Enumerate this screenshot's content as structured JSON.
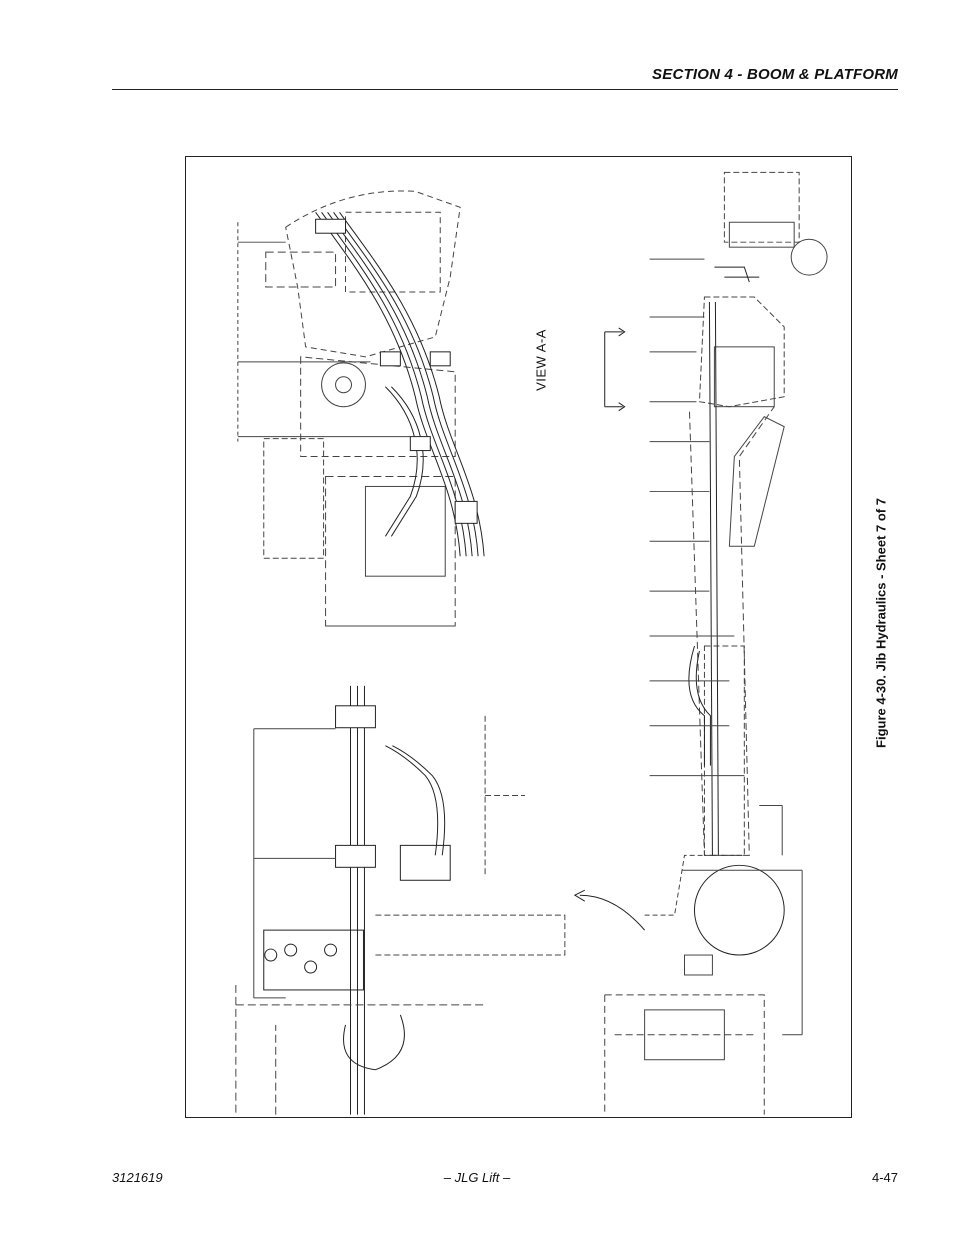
{
  "header": {
    "section_title": "SECTION 4 - BOOM & PLATFORM"
  },
  "figure": {
    "caption": "Figure 4-30.  Jib Hydraulics - Sheet 7 of 7",
    "view_label": "VIEW A-A"
  },
  "footer": {
    "doc_number": "3121619",
    "publisher": "– JLG Lift –",
    "page_number": "4-47"
  }
}
